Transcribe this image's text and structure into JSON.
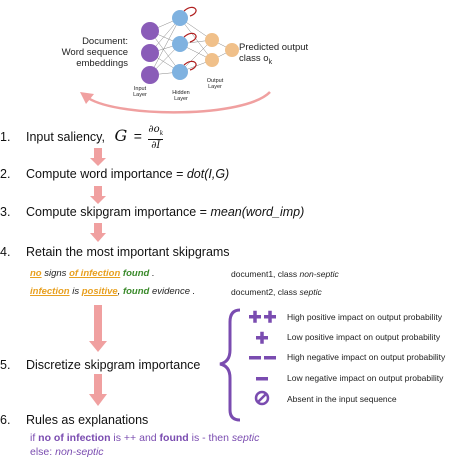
{
  "network": {
    "document_label": "Document:\nWord sequence\nembeddings",
    "input_layer": "Input\nLayer",
    "hidden_layer": "Hidden\nLayer",
    "output_layer": "Output\nLayer",
    "predicted_label": "Predicted output\nclass o",
    "predicted_sub": "k"
  },
  "steps": [
    {
      "num": "1.",
      "text": "Input saliency,"
    },
    {
      "num": "2.",
      "text": "Compute word importance = ",
      "formula": "dot(I,G)"
    },
    {
      "num": "3.",
      "text": "Compute skipgram importance = ",
      "formula": "mean(word_imp)"
    },
    {
      "num": "4.",
      "text": "Retain the most important skipgrams"
    },
    {
      "num": "5.",
      "text": "Discretize skipgram importance"
    },
    {
      "num": "6.",
      "text": "Rules as explanations"
    }
  ],
  "saliency": {
    "G": "G",
    "eq": "=",
    "num": "∂o",
    "num_sub": "k",
    "den": "∂I"
  },
  "examples": [
    {
      "words": [
        "no",
        "signs",
        "of infection",
        "found",
        "."
      ],
      "doc": "document1, class ",
      "doc_class": "non-septic"
    },
    {
      "words": [
        "infection",
        "is",
        "positive",
        ",",
        "found",
        "evidence",
        "."
      ],
      "doc": "document2, class ",
      "doc_class": "septic"
    }
  ],
  "legend": [
    {
      "sym": "++",
      "text": "High positive impact on output probability"
    },
    {
      "sym": "+",
      "text": "Low positive impact on output probability"
    },
    {
      "sym": "--",
      "text": "High negative impact on output probability"
    },
    {
      "sym": "-",
      "text": "Low negative impact on output probability"
    },
    {
      "sym": "⊘",
      "text": "Absent in the input sequence"
    }
  ],
  "rules": {
    "line1_a": "if ",
    "line1_b": "no of infection",
    "line1_c": " is ++ and ",
    "line1_d": "found",
    "line1_e": " is - then ",
    "line1_f": "septic",
    "line2_a": "else: ",
    "line2_b": "non-septic"
  },
  "colors": {
    "orange": "#e8a020",
    "green": "#3a8a2a",
    "purple": "#7a4cb0",
    "arrow": "#f0a0a0",
    "arrow_dark": "#e07878",
    "node_blue": "#7fb2e0",
    "node_purple": "#8a5cb8",
    "node_orange": "#f0c08a"
  }
}
